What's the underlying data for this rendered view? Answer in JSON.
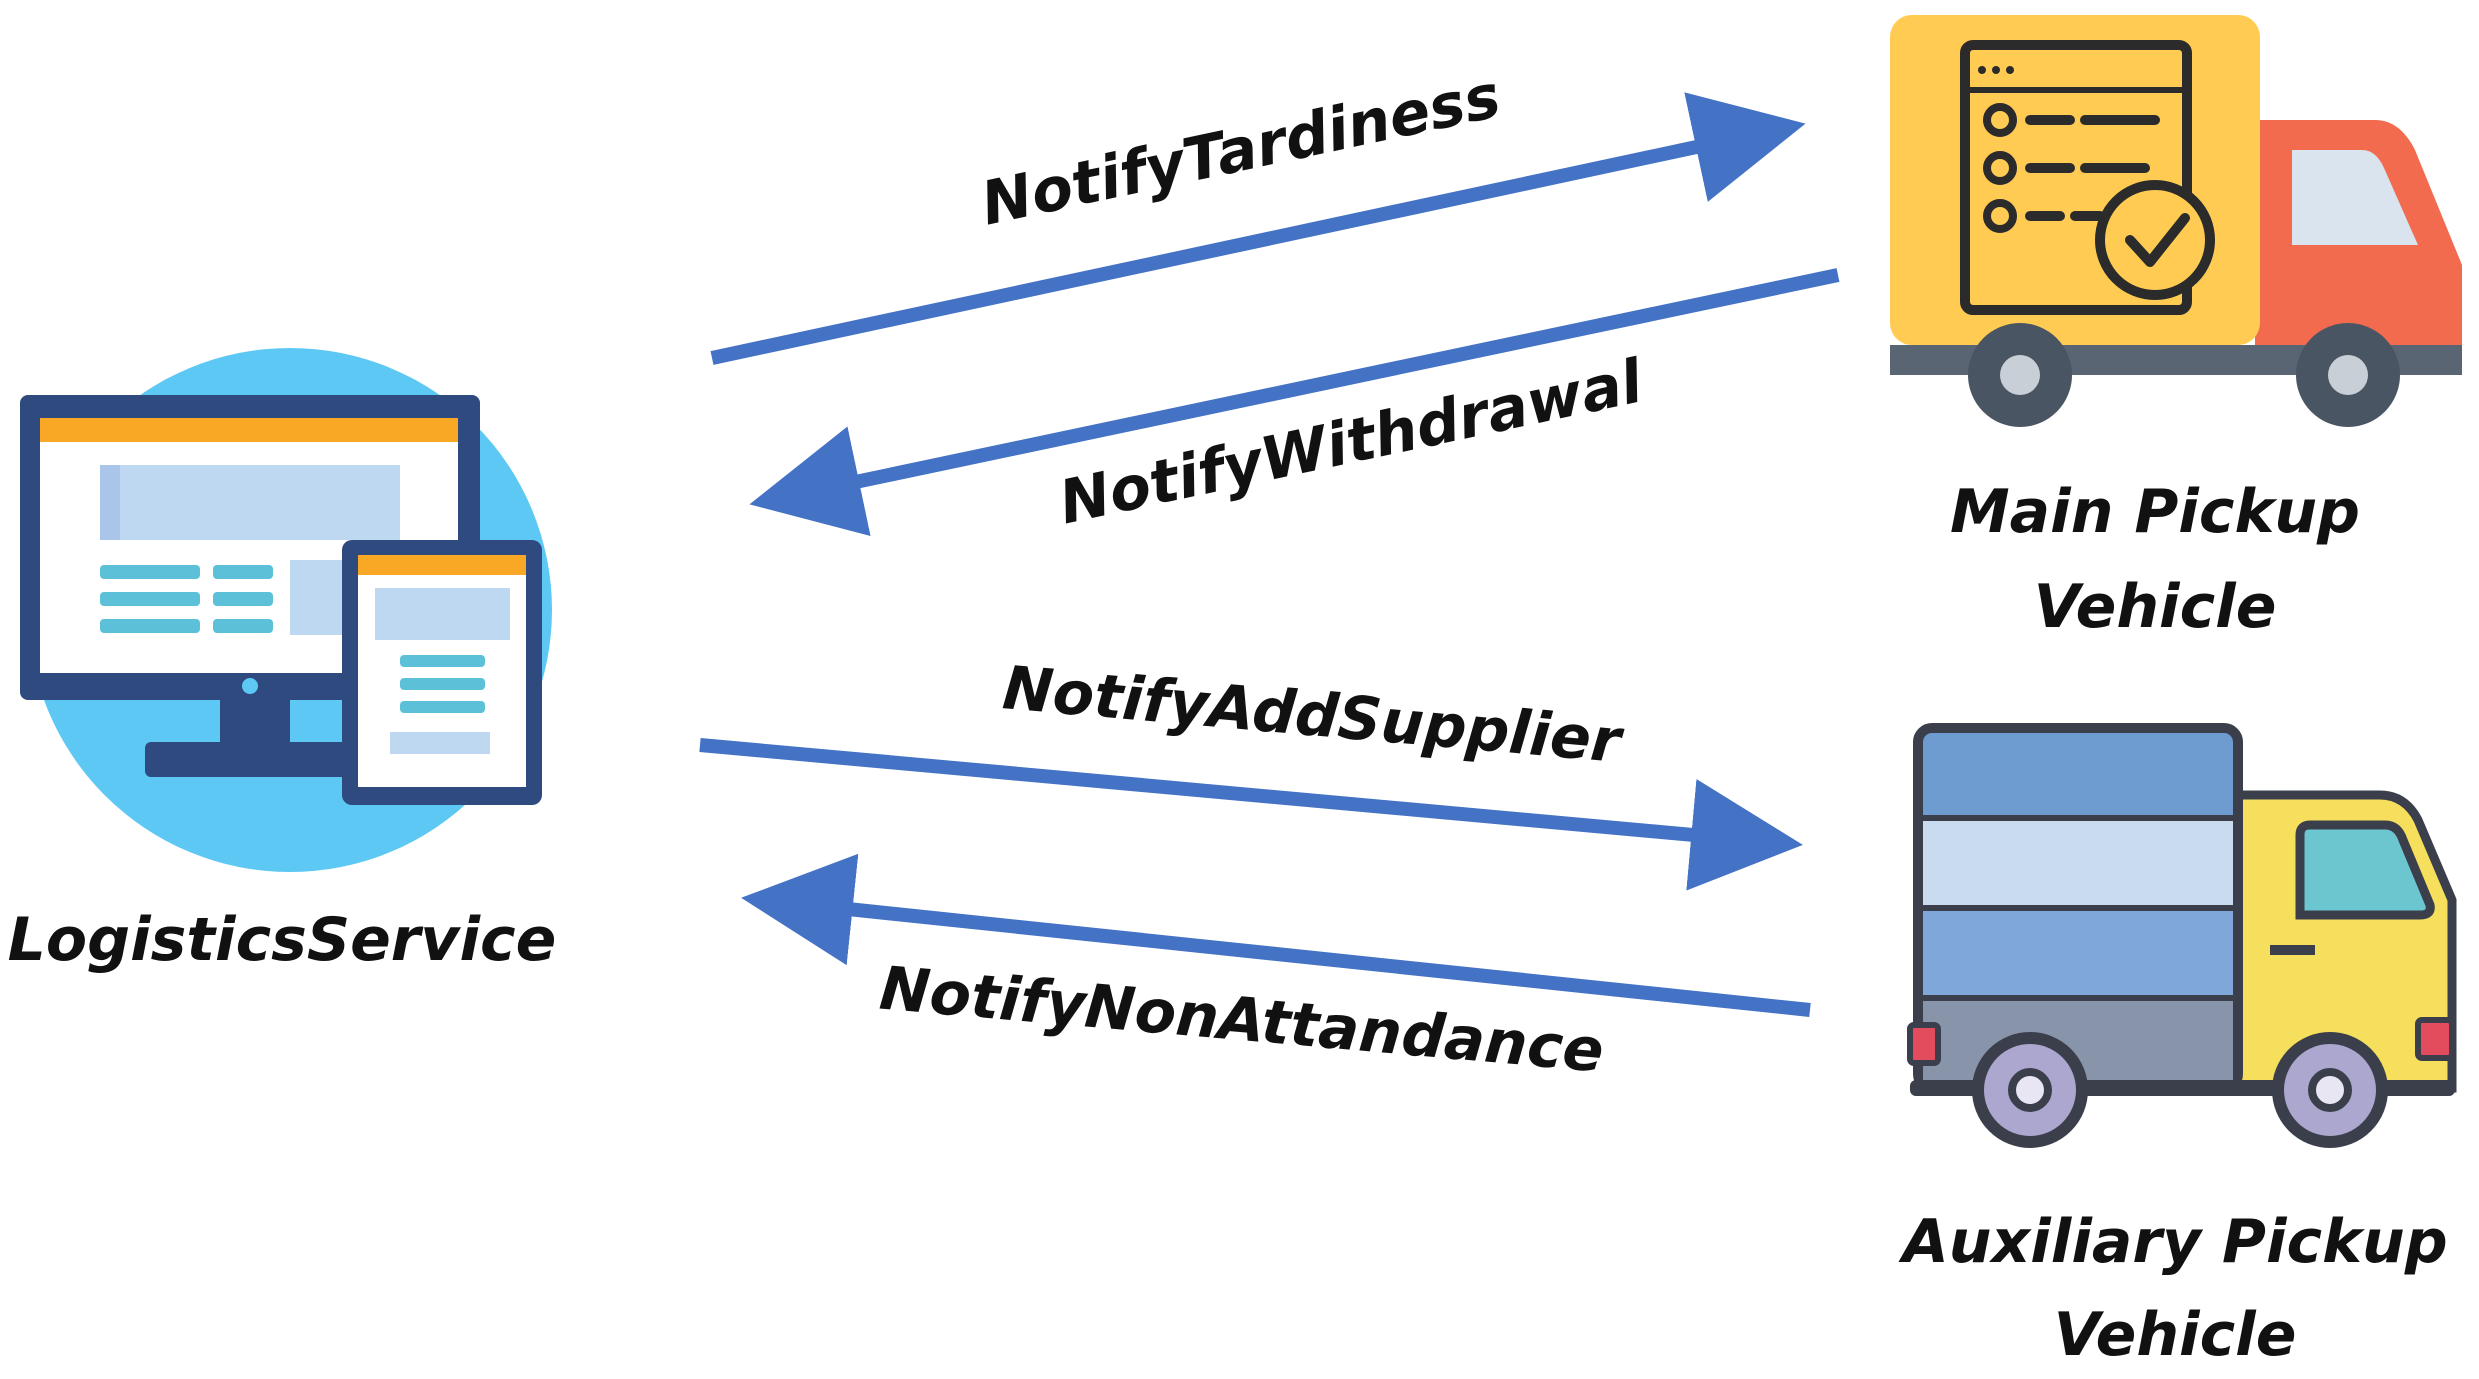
{
  "nodes": {
    "service": {
      "label": "LogisticsService",
      "icon": "computer-tablet-icon"
    },
    "main_vehicle": {
      "label_line1": "Main Pickup",
      "label_line2": "Vehicle",
      "icon": "checklist-truck-icon"
    },
    "aux_vehicle": {
      "label_line1": "Auxiliary Pickup",
      "label_line2": "Vehicle",
      "icon": "box-truck-icon"
    }
  },
  "messages": [
    {
      "label": "NotifyTardiness",
      "from": "LogisticsService",
      "to": "Main Pickup Vehicle"
    },
    {
      "label": "NotifyWithdrawal",
      "from": "Main Pickup Vehicle",
      "to": "LogisticsService"
    },
    {
      "label": "NotifyAddSupplier",
      "from": "LogisticsService",
      "to": "Auxiliary Pickup Vehicle"
    },
    {
      "label": "NotifyNonAttandance",
      "from": "Auxiliary Pickup Vehicle",
      "to": "LogisticsService"
    }
  ],
  "colors": {
    "arrow": "#4472C4",
    "text": "#111111",
    "monitor_frame": "#2E4A7E",
    "accent_orange": "#F9A825",
    "truck_yellow": "#FFCB52",
    "truck_red": "#F26B4E",
    "truck_blue": "#7FA7DA"
  }
}
